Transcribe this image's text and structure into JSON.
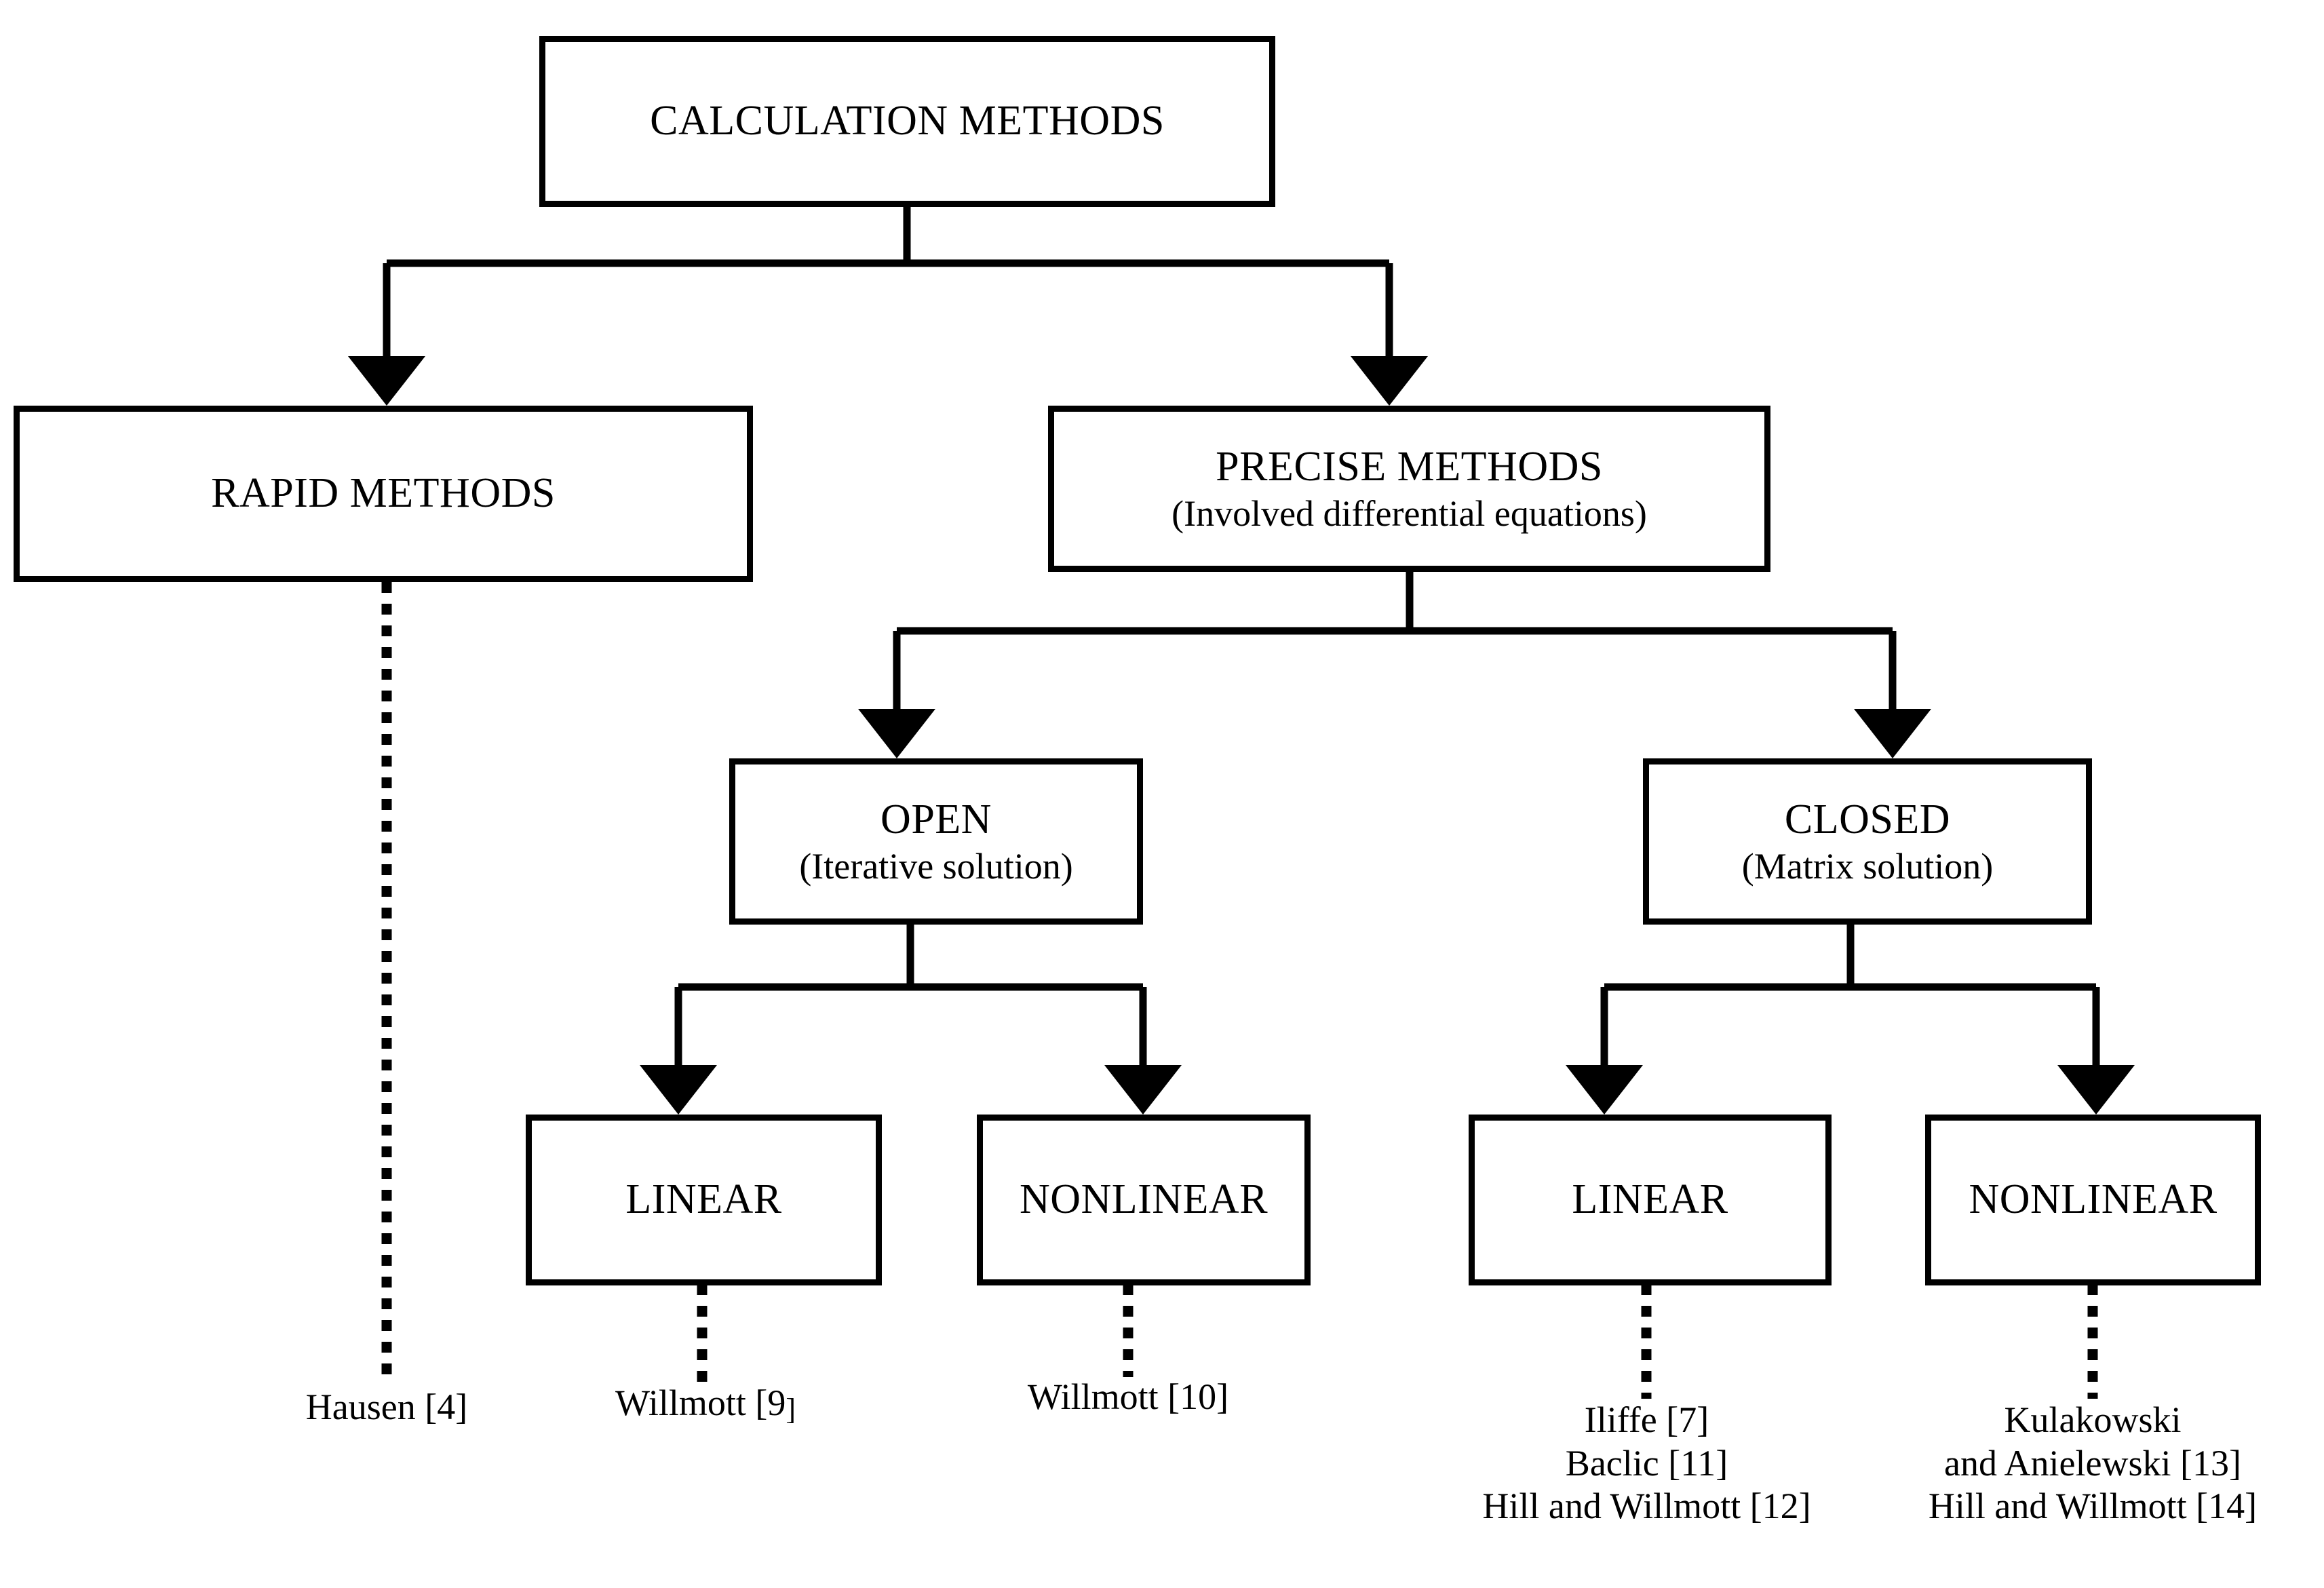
{
  "diagram": {
    "title": "CALCULATION METHODS",
    "type": "flowchart",
    "orientation": "top-down",
    "line_color": "#000000",
    "box_fill": "#ffffff",
    "nodes": {
      "root": {
        "label": "CALCULATION METHODS",
        "sublabel": ""
      },
      "rapid": {
        "label": "RAPID METHODS",
        "sublabel": ""
      },
      "precise": {
        "label": "PRECISE METHODS",
        "sublabel": "(Involved differential equations)"
      },
      "open": {
        "label": "OPEN",
        "sublabel": "(Iterative solution)"
      },
      "closed": {
        "label": "CLOSED",
        "sublabel": "(Matrix solution)"
      },
      "open_linear": {
        "label": "LINEAR",
        "sublabel": ""
      },
      "open_nonlinear": {
        "label": "NONLINEAR",
        "sublabel": ""
      },
      "closed_linear": {
        "label": "LINEAR",
        "sublabel": ""
      },
      "closed_nonlinear": {
        "label": "NONLINEAR",
        "sublabel": ""
      }
    },
    "references": {
      "rapid": {
        "lines": [
          "Hausen [4]"
        ]
      },
      "open_linear": {
        "lines": [
          "Willmott [9]"
        ],
        "name_part": "Willmott [9",
        "bracket_part": "]"
      },
      "open_nonlinear": {
        "lines": [
          "Willmott [10]"
        ]
      },
      "closed_linear": {
        "lines": [
          "Iliffe [7]",
          "Baclic [11]",
          "Hill and Willmott [12]"
        ]
      },
      "closed_nonlinear": {
        "lines": [
          "Kulakowski",
          "and Anielewski [13]",
          "Hill and Willmott [14]"
        ]
      }
    },
    "edges": [
      {
        "from": "root",
        "to": "rapid",
        "style": "solid-arrow"
      },
      {
        "from": "root",
        "to": "precise",
        "style": "solid-arrow"
      },
      {
        "from": "precise",
        "to": "open",
        "style": "solid-arrow"
      },
      {
        "from": "precise",
        "to": "closed",
        "style": "solid-arrow"
      },
      {
        "from": "open",
        "to": "open_linear",
        "style": "solid-arrow"
      },
      {
        "from": "open",
        "to": "open_nonlinear",
        "style": "solid-arrow"
      },
      {
        "from": "closed",
        "to": "closed_linear",
        "style": "solid-arrow"
      },
      {
        "from": "closed",
        "to": "closed_nonlinear",
        "style": "solid-arrow"
      },
      {
        "from": "rapid",
        "to": "rapid_refs",
        "style": "dotted"
      },
      {
        "from": "open_linear",
        "to": "open_linear_refs",
        "style": "dotted"
      },
      {
        "from": "open_nonlinear",
        "to": "open_nonlinear_refs",
        "style": "dotted"
      },
      {
        "from": "closed_linear",
        "to": "closed_linear_refs",
        "style": "dotted"
      },
      {
        "from": "closed_nonlinear",
        "to": "closed_nonlinear_refs",
        "style": "dotted"
      }
    ]
  }
}
